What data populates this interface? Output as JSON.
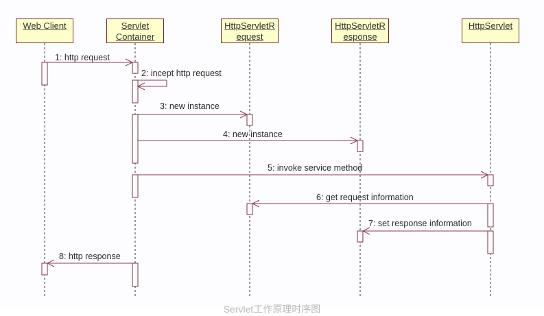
{
  "diagram": {
    "type": "uml-sequence",
    "colors": {
      "object_fill": "#ffffcc",
      "object_border": "#6b2a2a",
      "message_line": "#8c3a5a",
      "activation_border": "#7a3045",
      "lifeline": "#333333"
    },
    "participants": [
      {
        "id": "web-client",
        "label": "Web Client"
      },
      {
        "id": "servlet-container",
        "label": "Servlet\nContainer"
      },
      {
        "id": "http-servlet-request",
        "label": "HttpServletR\nequest"
      },
      {
        "id": "http-servlet-response",
        "label": "HttpServletR\nesponse"
      },
      {
        "id": "http-servlet",
        "label": "HttpServlet"
      }
    ],
    "messages": [
      {
        "seq": 1,
        "label": "1: http request",
        "from": "web-client",
        "to": "servlet-container"
      },
      {
        "seq": 2,
        "label": "2: incept http request",
        "from": "servlet-container",
        "to": "servlet-container"
      },
      {
        "seq": 3,
        "label": "3: new instance",
        "from": "servlet-container",
        "to": "http-servlet-request"
      },
      {
        "seq": 4,
        "label": "4: new instance",
        "from": "servlet-container",
        "to": "http-servlet-response"
      },
      {
        "seq": 5,
        "label": "5: invoke service method",
        "from": "servlet-container",
        "to": "http-servlet"
      },
      {
        "seq": 6,
        "label": "6: get request information",
        "from": "http-servlet",
        "to": "http-servlet-request"
      },
      {
        "seq": 7,
        "label": "7: set response information",
        "from": "http-servlet",
        "to": "http-servlet-response"
      },
      {
        "seq": 8,
        "label": "8: http response",
        "from": "servlet-container",
        "to": "web-client"
      }
    ],
    "caption": "Servlet工作原理时序图"
  }
}
